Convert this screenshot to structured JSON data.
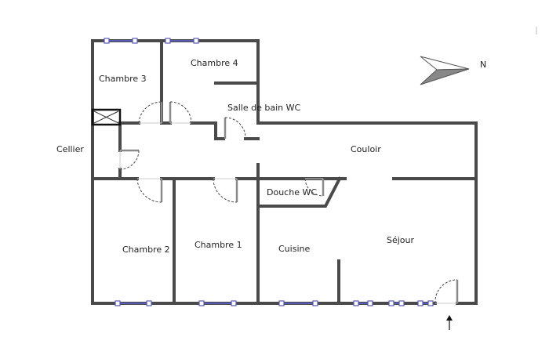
{
  "rooms": {
    "chambre3": "Chambre 3",
    "chambre4": "Chambre 4",
    "salle_de_bain": "Salle de bain WC",
    "cellier": "Cellier",
    "couloir": "Couloir",
    "douche": "Douche WC",
    "chambre2": "Chambre 2",
    "chambre1": "Chambre 1",
    "cuisine": "Cuisine",
    "sejour": "Séjour"
  },
  "compass": {
    "label": "N"
  }
}
